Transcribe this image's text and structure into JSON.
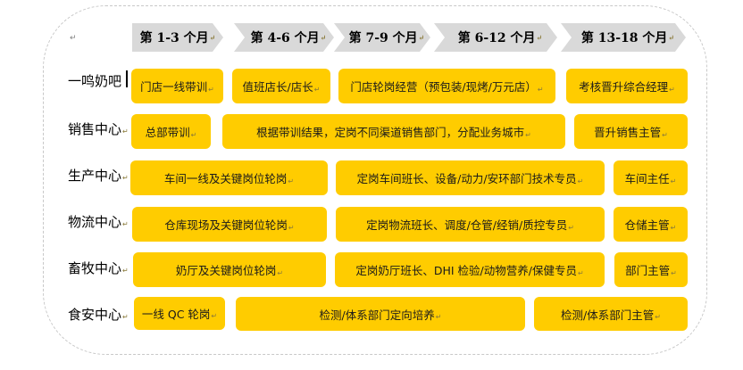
{
  "headers": [
    {
      "label": "第 1-3 个月"
    },
    {
      "label": "第 4-6 个月"
    },
    {
      "label": "第 7-9 个月"
    },
    {
      "label": "第 6-12 个月"
    },
    {
      "label": "第 13-18 个月"
    }
  ],
  "paragraph_mark": "↵",
  "rows": [
    {
      "label": "一鸣奶吧",
      "boxes": [
        {
          "text": "门店一线带训"
        },
        {
          "text": "值班店长/店长"
        },
        {
          "text": "门店轮岗经营（预包装/现烤/万元店）"
        },
        {
          "text": "考核晋升综合经理"
        }
      ]
    },
    {
      "label": "销售中心",
      "boxes": [
        {
          "text": "总部带训"
        },
        {
          "text": "根据带训结果，定岗不同渠道销售部门，分配业务城市"
        },
        {
          "text": "晋升销售主管"
        }
      ]
    },
    {
      "label": "生产中心",
      "boxes": [
        {
          "text": "车间一线及关键岗位轮岗"
        },
        {
          "text": "定岗车间班长、设备/动力/安环部门技术专员"
        },
        {
          "text": "车间主任"
        }
      ]
    },
    {
      "label": "物流中心",
      "boxes": [
        {
          "text": "仓库现场及关键岗位轮岗"
        },
        {
          "text": "定岗物流班长、调度/仓管/经销/质控专员"
        },
        {
          "text": "仓储主管"
        }
      ]
    },
    {
      "label": "畜牧中心",
      "boxes": [
        {
          "text": "奶厅及关键岗位轮岗"
        },
        {
          "text": "定岗奶厅班长、DHI 检验/动物营养/保健专员"
        },
        {
          "text": "部门主管"
        }
      ]
    },
    {
      "label": "食安中心",
      "boxes": [
        {
          "text": "一线 QC 轮岗"
        },
        {
          "text": "检测/体系部门定向培养"
        },
        {
          "text": "检测/体系部门主管"
        }
      ]
    }
  ],
  "colors": {
    "box": "#ffcc00",
    "header": "#d9d9d9",
    "frame": "#c8c8c8"
  }
}
